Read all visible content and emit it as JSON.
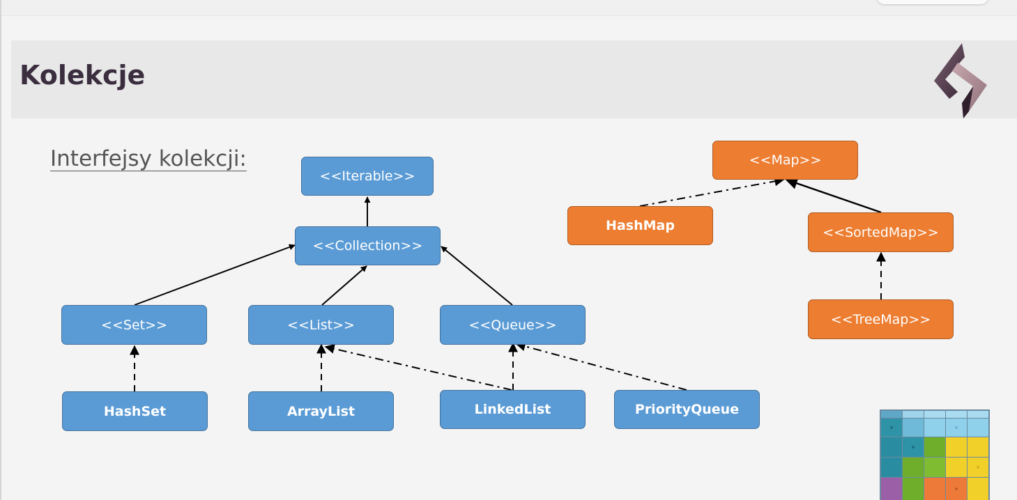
{
  "header": {
    "title": "Kolekcje"
  },
  "slide": {
    "subtitle": "Interfejsy kolekcji:"
  },
  "diagram": {
    "nodes": {
      "iterable": "<<Iterable>>",
      "collection": "<<Collection>>",
      "set": "<<Set>>",
      "list": "<<List>>",
      "queue": "<<Queue>>",
      "hashset": "HashSet",
      "arraylist": "ArrayList",
      "linkedlist": "LinkedList",
      "priorityqueue": "PriorityQueue",
      "map": "<<Map>>",
      "hashmap": "HashMap",
      "sortedmap": "<<SortedMap>>",
      "treemap": "<<TreeMap>>"
    }
  },
  "colors": {
    "interface_blue": "#5b9bd5",
    "map_orange": "#ed7d31",
    "title_text": "#3b2e3f"
  }
}
